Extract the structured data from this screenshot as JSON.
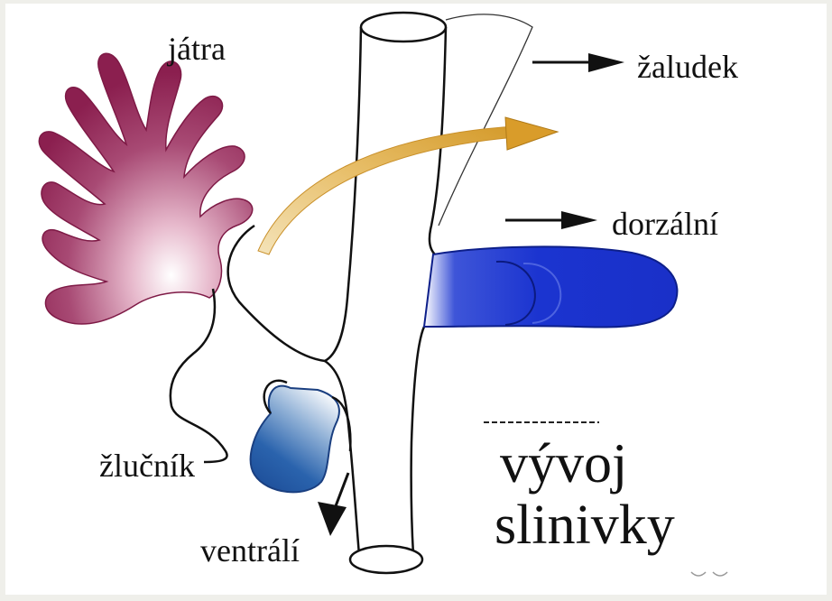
{
  "labels": {
    "liver": "játra",
    "stomach": "žaludek",
    "dorsal": "dorzální",
    "gallbladder": "žlučník",
    "ventral": "ventrálí",
    "title_line1": "vývoj",
    "title_line2": "slinivky"
  },
  "colors": {
    "background": "#efefea",
    "panel": "#ffffff",
    "liver": "#9b2b5c",
    "pancreas_blue": "#1632cc",
    "ventral_blue": "#2c63a8",
    "arrow_gold": "#d8a437",
    "outline": "#111111"
  }
}
